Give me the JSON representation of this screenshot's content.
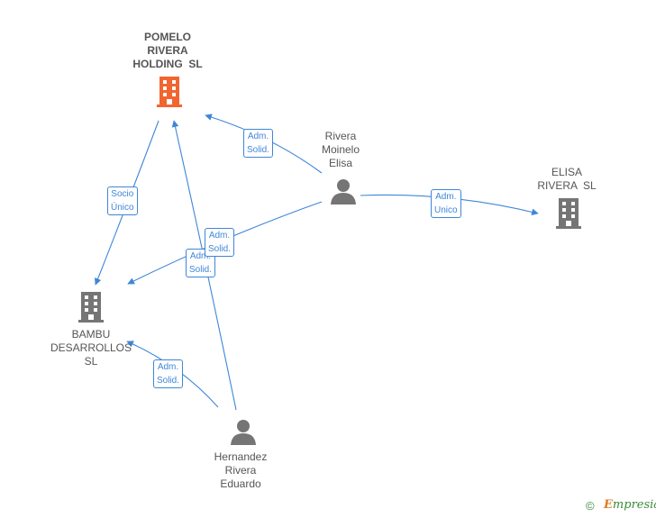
{
  "nodes": {
    "pomelo": {
      "lines": [
        "POMELO",
        "RIVERA",
        "HOLDING  SL"
      ],
      "icon": "building-icon",
      "color": "#f26530"
    },
    "bambu": {
      "lines": [
        "BAMBU",
        "DESARROLLOS",
        "SL"
      ],
      "icon": "building-icon",
      "color": "#757575"
    },
    "elisa": {
      "lines": [
        "ELISA",
        "RIVERA  SL"
      ],
      "icon": "building-icon",
      "color": "#757575"
    },
    "rivera_person": {
      "lines": [
        "Rivera",
        "Moinelo",
        "Elisa"
      ],
      "icon": "person-icon",
      "color": "#757575"
    },
    "hernandez_person": {
      "lines": [
        "Hernandez",
        "Rivera",
        "Eduardo"
      ],
      "icon": "person-icon",
      "color": "#757575"
    }
  },
  "edges": [
    {
      "id": "rivera-pomelo",
      "lines": [
        "Adm.",
        "Solid."
      ]
    },
    {
      "id": "rivera-elisa",
      "lines": [
        "Adm.",
        "Unico"
      ]
    },
    {
      "id": "rivera-bambu",
      "lines": [
        "Adm.",
        "Solid."
      ]
    },
    {
      "id": "pomelo-bambu",
      "lines": [
        "Socio",
        "Único"
      ]
    },
    {
      "id": "hernandez-pomelo",
      "lines": [
        "Adm.",
        "Solid."
      ]
    },
    {
      "id": "hernandez-bambu",
      "lines": [
        "Adm.",
        "Solid."
      ]
    }
  ],
  "edge_color": "#3f86d8",
  "footer": {
    "copyright": "©",
    "brand_first": "E",
    "brand_rest": "mpresia"
  }
}
